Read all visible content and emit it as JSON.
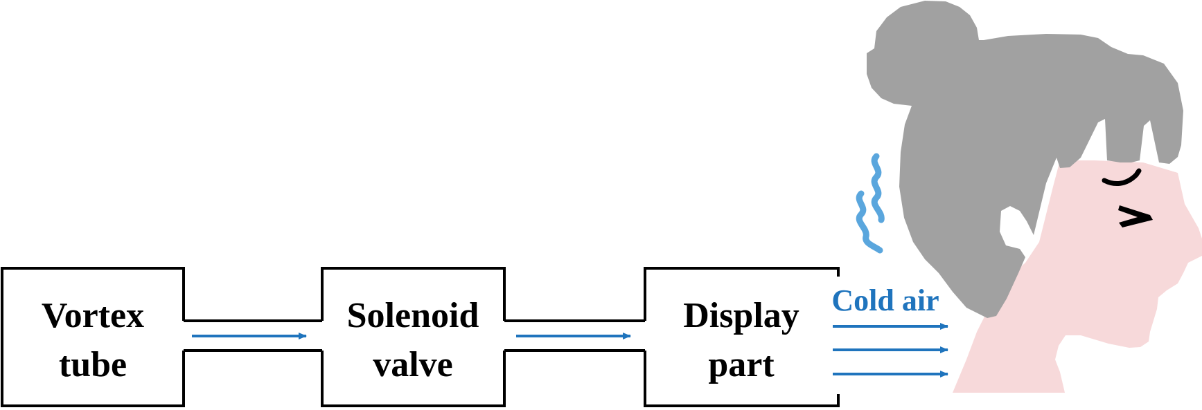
{
  "boxes": [
    {
      "line1": "Vortex",
      "line2": "tube"
    },
    {
      "line1": "Solenoid",
      "line2": "valve"
    },
    {
      "line1": "Display",
      "line2": "part"
    }
  ],
  "output_label": "Cold air",
  "colors": {
    "stroke": "#000000",
    "flow_arrow": "#1f74bd",
    "shiver_lines": "#5aa6dd",
    "hair": "#a1a1a1",
    "skin": "#f7d9da",
    "features": "#000000"
  },
  "icons": {
    "person": "person-head-profile-icon",
    "shiver": "cold-shiver-icon"
  }
}
